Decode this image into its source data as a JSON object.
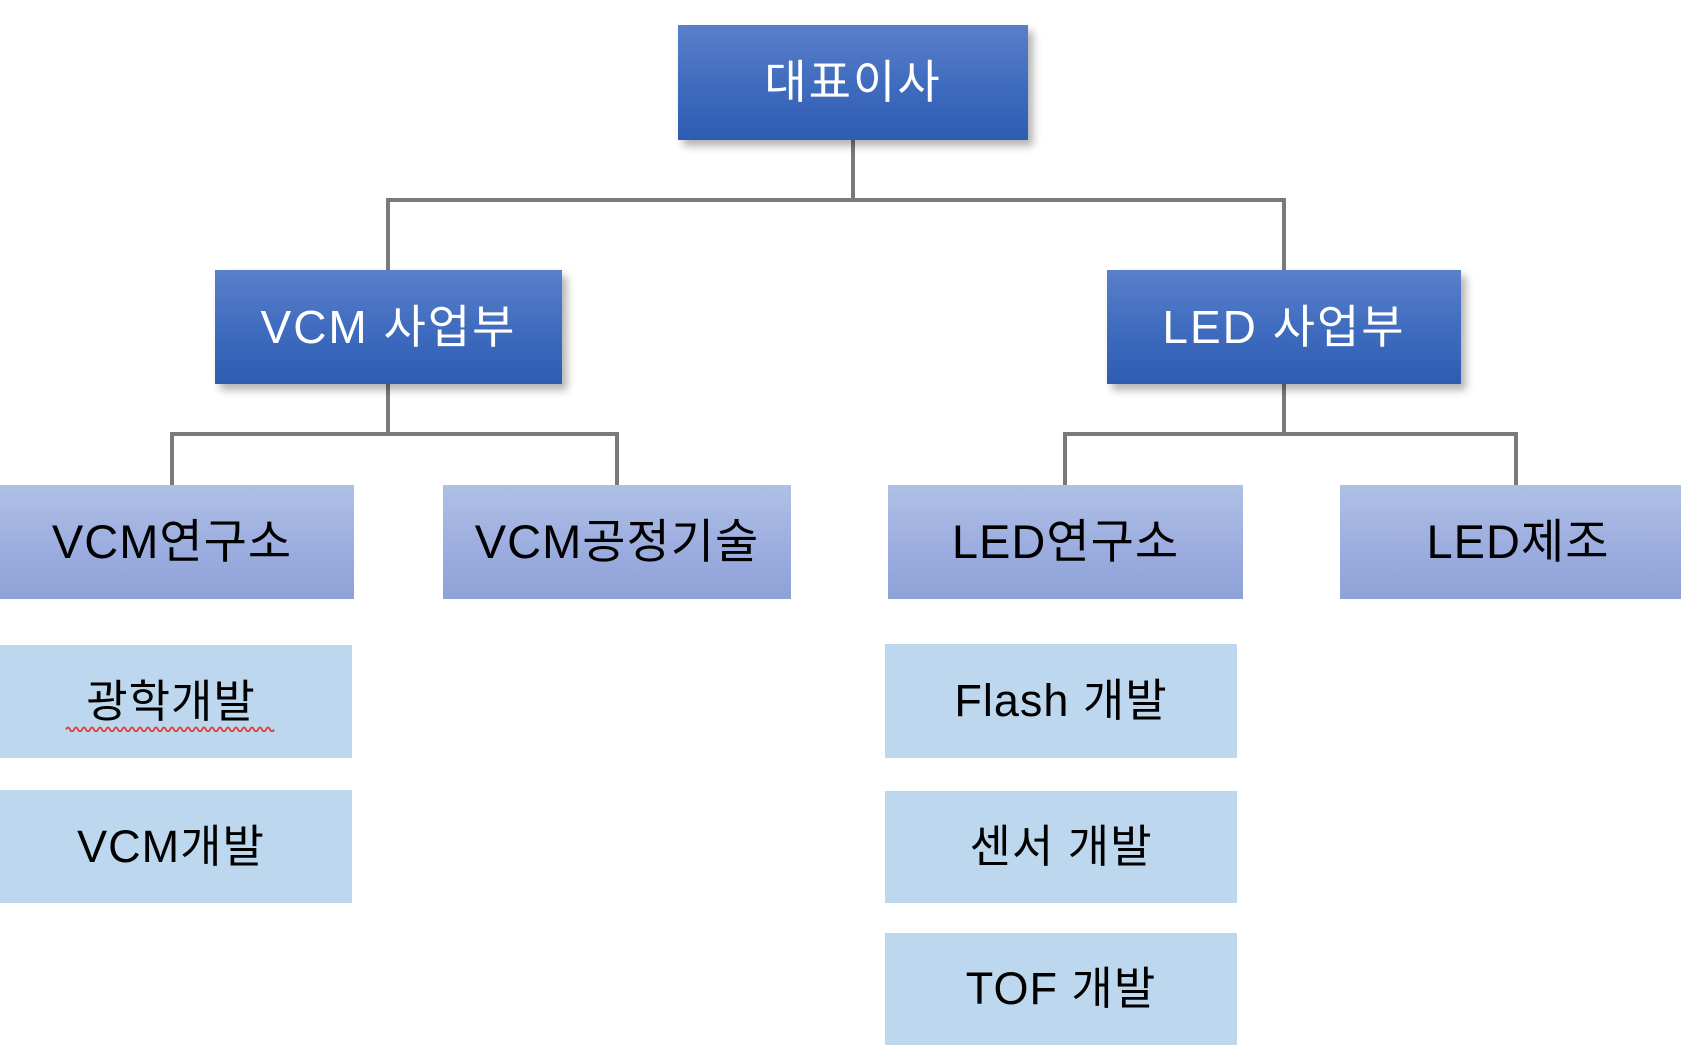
{
  "chart": {
    "root": {
      "label": "대표이사"
    },
    "divisions": [
      {
        "label": "VCM 사업부",
        "departments": [
          {
            "label": "VCM연구소",
            "teams": [
              {
                "label": "광학개발",
                "spellcheck_underline": true
              },
              {
                "label": "VCM개발"
              }
            ]
          },
          {
            "label": "VCM공정기술",
            "teams": []
          }
        ]
      },
      {
        "label": "LED 사업부",
        "departments": [
          {
            "label": "LED연구소",
            "teams": [
              {
                "label": "Flash 개발"
              },
              {
                "label": "센서 개발"
              },
              {
                "label": "TOF 개발"
              }
            ]
          },
          {
            "label": "LED제조",
            "teams": []
          }
        ]
      }
    ],
    "colors": {
      "level1_2_fill_top": "#5A7FCA",
      "level1_2_fill_bottom": "#2E5CB1",
      "level1_2_text": "#FFFFFF",
      "level3_fill_top": "#AFC0E5",
      "level3_fill_bottom": "#8EA2D6",
      "level4_fill": "#BDD8EE",
      "level3_4_text": "#000000",
      "connector_line": "#7A7A7A",
      "spellcheck_squiggle": "#E0392E"
    }
  }
}
